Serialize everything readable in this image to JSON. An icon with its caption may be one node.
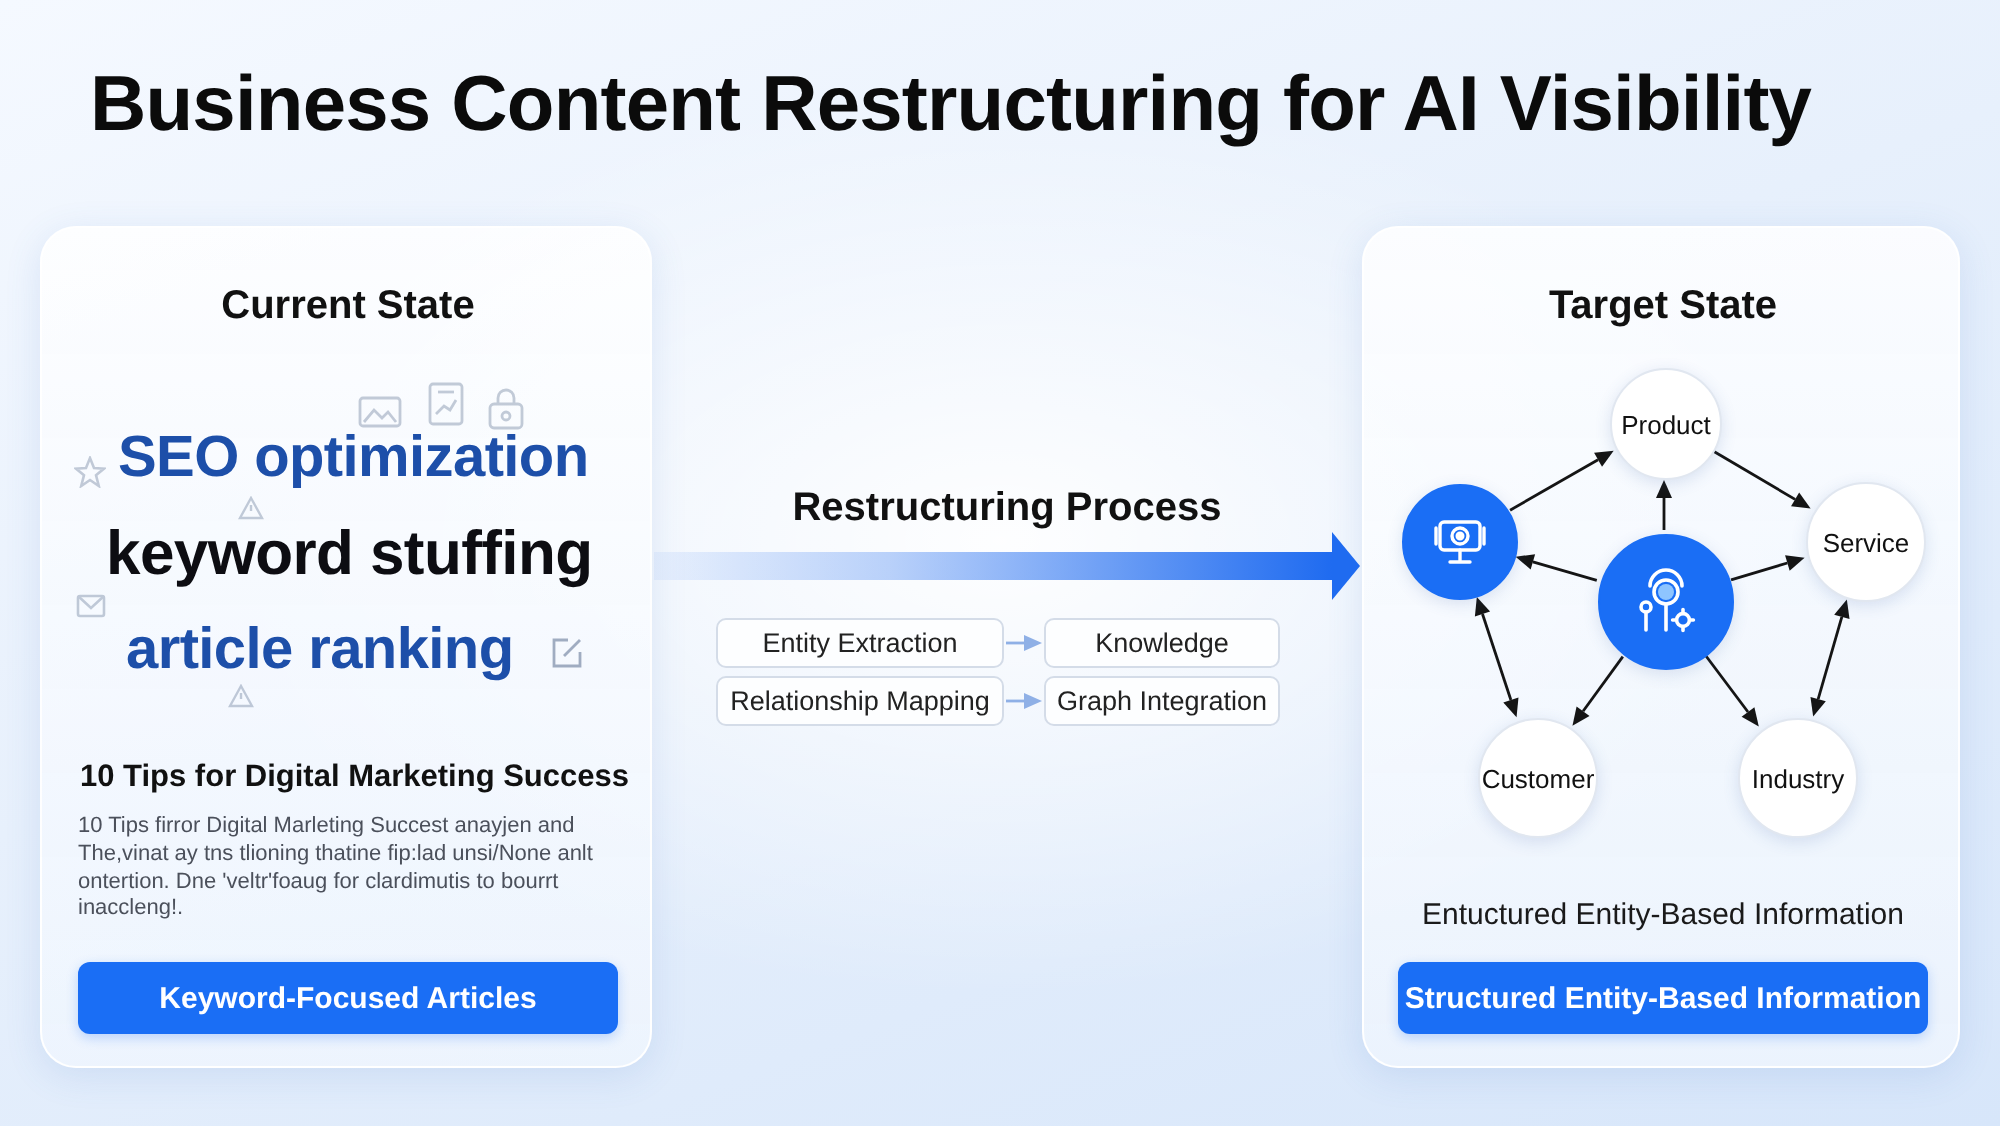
{
  "diagram": {
    "title": "Business Content Restructuring for AI Visibility",
    "nodes": [
      {
        "text": [
          "Current State",
          "SEO optimization",
          "keyword stuffing",
          "article ranking",
          "10 Tips for Digital Marketing Success",
          "10 Tips firror Digital Marleting Succest anayjen and The,vinat ay tns tlioning thatine fip:lad unsi/None anlt ontertion. Dne 'veltr'foaug for clardimutis to bourrt inaccleng!."
        ]
      },
      {
        "text": [
          "Keyword-Focused Articles"
        ],
        "in": 0
      },
      {
        "text": [
          "Entity Extraction"
        ]
      },
      {
        "text": [
          "Knowledge"
        ]
      },
      {
        "text": [
          "Relationship Mapping"
        ]
      },
      {
        "text": [
          "Graph Integration"
        ]
      },
      {
        "text": [
          "Target State",
          "Entuctured Entity-Based Information"
        ]
      },
      {
        "text": [
          "Product"
        ],
        "in": 6
      },
      {
        "text": [],
        "shape": "circle",
        "in": 6
      },
      {
        "text": [
          "Service"
        ],
        "in": 6
      },
      {
        "text": [],
        "shape": "circle",
        "in": 6
      },
      {
        "text": [
          "Customer"
        ],
        "in": 6
      },
      {
        "text": [
          "Industry"
        ],
        "in": 6
      },
      {
        "text": [
          "Structured Entity-Based Information"
        ],
        "in": 6
      }
    ],
    "edges": [
      {
        "from": 0,
        "to": 6,
        "arrow": "to",
        "label": "Restructuring Process",
        "style": "thick",
        "color": "#1f6bf0"
      },
      {
        "from": 2,
        "to": 3,
        "arrow": "to",
        "color": "#8fb0e6"
      },
      {
        "from": 4,
        "to": 5,
        "arrow": "to",
        "color": "#8fb0e6"
      },
      {
        "from": 8,
        "to": 7,
        "arrow": "to"
      },
      {
        "from": 10,
        "to": 7,
        "arrow": "to"
      },
      {
        "from": 7,
        "to": 9,
        "arrow": "to"
      },
      {
        "from": 10,
        "to": 8,
        "arrow": "to"
      },
      {
        "from": 10,
        "to": 9,
        "arrow": "to"
      },
      {
        "from": 8,
        "to": 11,
        "arrow": "both"
      },
      {
        "from": 10,
        "to": 11,
        "arrow": "to"
      },
      {
        "from": 10,
        "to": 12,
        "arrow": "to"
      },
      {
        "from": 9,
        "to": 12,
        "arrow": "both"
      }
    ]
  }
}
